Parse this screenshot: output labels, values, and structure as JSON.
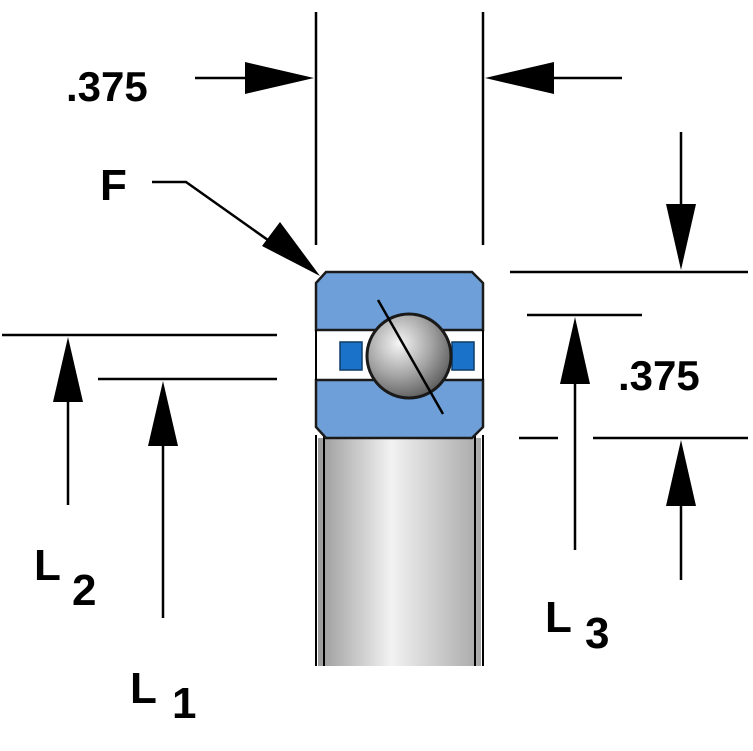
{
  "labels": {
    "top_dimension": ".375",
    "right_dimension": ".375",
    "feature_label": "F",
    "l2_letter": "L",
    "l2_sub": "2",
    "l1_letter": "L",
    "l1_sub": "1",
    "l3_letter": "L",
    "l3_sub": "3"
  },
  "colors": {
    "ring_blue": "#6f9fd8",
    "ring_outline": "#1a1a1a",
    "separator_blue": "#1b73c9",
    "ball_gray": "#8e8e8e",
    "bore_gray": "#c8c8c8",
    "line": "#000000"
  }
}
